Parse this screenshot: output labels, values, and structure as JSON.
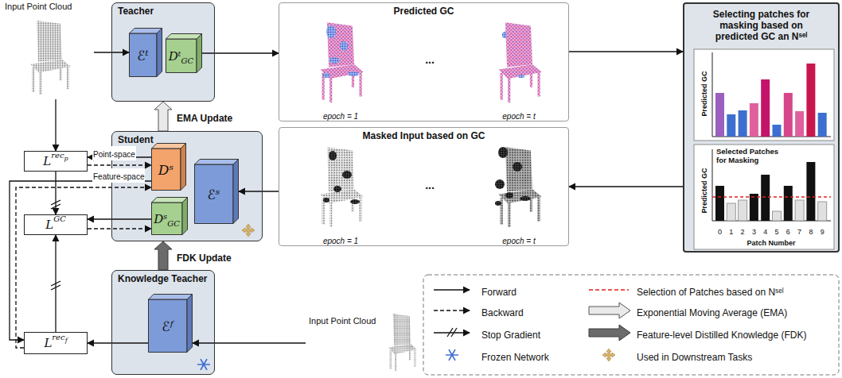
{
  "diagram": {
    "nodes": [
      {
        "text": [
          "Input Point Cloud"
        ]
      },
      {
        "text": [
          "Teacher"
        ]
      },
      {
        "text": [
          "ℰᵗ"
        ],
        "in": 1
      },
      {
        "text": [
          "Dᵗ",
          "GC"
        ],
        "in": 1
      },
      {
        "text": [
          "Predicted GC"
        ]
      },
      {
        "text": [
          "Masked Input based on GC"
        ]
      },
      {
        "text": [
          "Selecting patches for masking based on predicted GC an Nˢᵉˡ"
        ]
      },
      {
        "text": [
          "L",
          "rec",
          "p"
        ]
      },
      {
        "text": [
          "Student"
        ]
      },
      {
        "text": [
          "Dˢ"
        ],
        "in": 8
      },
      {
        "text": [
          "Dˢ",
          "GC"
        ],
        "in": 8
      },
      {
        "text": [
          "ℰˢ"
        ],
        "in": 8
      },
      {
        "text": [
          "L",
          "GC"
        ]
      },
      {
        "text": [
          "L",
          "rec",
          "f"
        ]
      },
      {
        "text": [
          "Knowledge Teacher"
        ]
      },
      {
        "text": [
          "ℰᶠ"
        ],
        "in": 14
      },
      {
        "text": [
          "Input Point Cloud"
        ]
      }
    ],
    "edges": [
      {
        "from": 0,
        "to": 2,
        "arrow": "to"
      },
      {
        "from": 3,
        "to": 4,
        "arrow": "to"
      },
      {
        "from": 4,
        "to": 6,
        "arrow": "to"
      },
      {
        "from": 6,
        "to": 5,
        "arrow": "to"
      },
      {
        "from": 5,
        "to": 11,
        "arrow": "to"
      },
      {
        "from": 8,
        "to": 1,
        "label": "EMA Update",
        "arrow": "to"
      },
      {
        "from": 14,
        "to": 8,
        "label": "FDK Update",
        "arrow": "to"
      },
      {
        "from": 16,
        "to": 15,
        "arrow": "to"
      },
      {
        "from": 15,
        "to": 13,
        "arrow": "to"
      },
      {
        "from": 0,
        "to": 7,
        "arrow": "to"
      },
      {
        "from": 9,
        "to": 7,
        "label": "Point-space",
        "arrow": "to"
      },
      {
        "from": 7,
        "to": 9,
        "arrow": "to"
      },
      {
        "from": 9,
        "to": 13,
        "label": "Feature-space",
        "arrow": "to"
      },
      {
        "from": 13,
        "to": 9,
        "arrow": "to"
      },
      {
        "from": 10,
        "to": 12,
        "arrow": "to"
      },
      {
        "from": 12,
        "to": 10,
        "arrow": "to"
      },
      {
        "from": 7,
        "to": 12,
        "arrow": "to"
      },
      {
        "from": 13,
        "to": 12,
        "arrow": "to"
      }
    ],
    "labels": [
      "epoch = 1",
      "...",
      "epoch = t",
      "epoch = 1",
      "...",
      "epoch = t",
      "Predicted GC",
      "Predicted GC",
      "Selected Patches for Masking",
      "0",
      "1",
      "2",
      "3",
      "4",
      "5",
      "6",
      "7",
      "8",
      "9",
      "Patch Number"
    ],
    "legend": [
      {
        "text": "Forward"
      },
      {
        "text": "Selection of Patches based on Nˢᵉˡ"
      },
      {
        "text": "Backward"
      },
      {
        "text": "Exponential Moving Average (EMA)"
      },
      {
        "text": "Stop Gradient"
      },
      {
        "text": "Feature-level Distilled Knowledge (FDK)"
      },
      {
        "text": "Frozen Network"
      },
      {
        "text": "Used in Downstream Tasks"
      }
    ]
  }
}
